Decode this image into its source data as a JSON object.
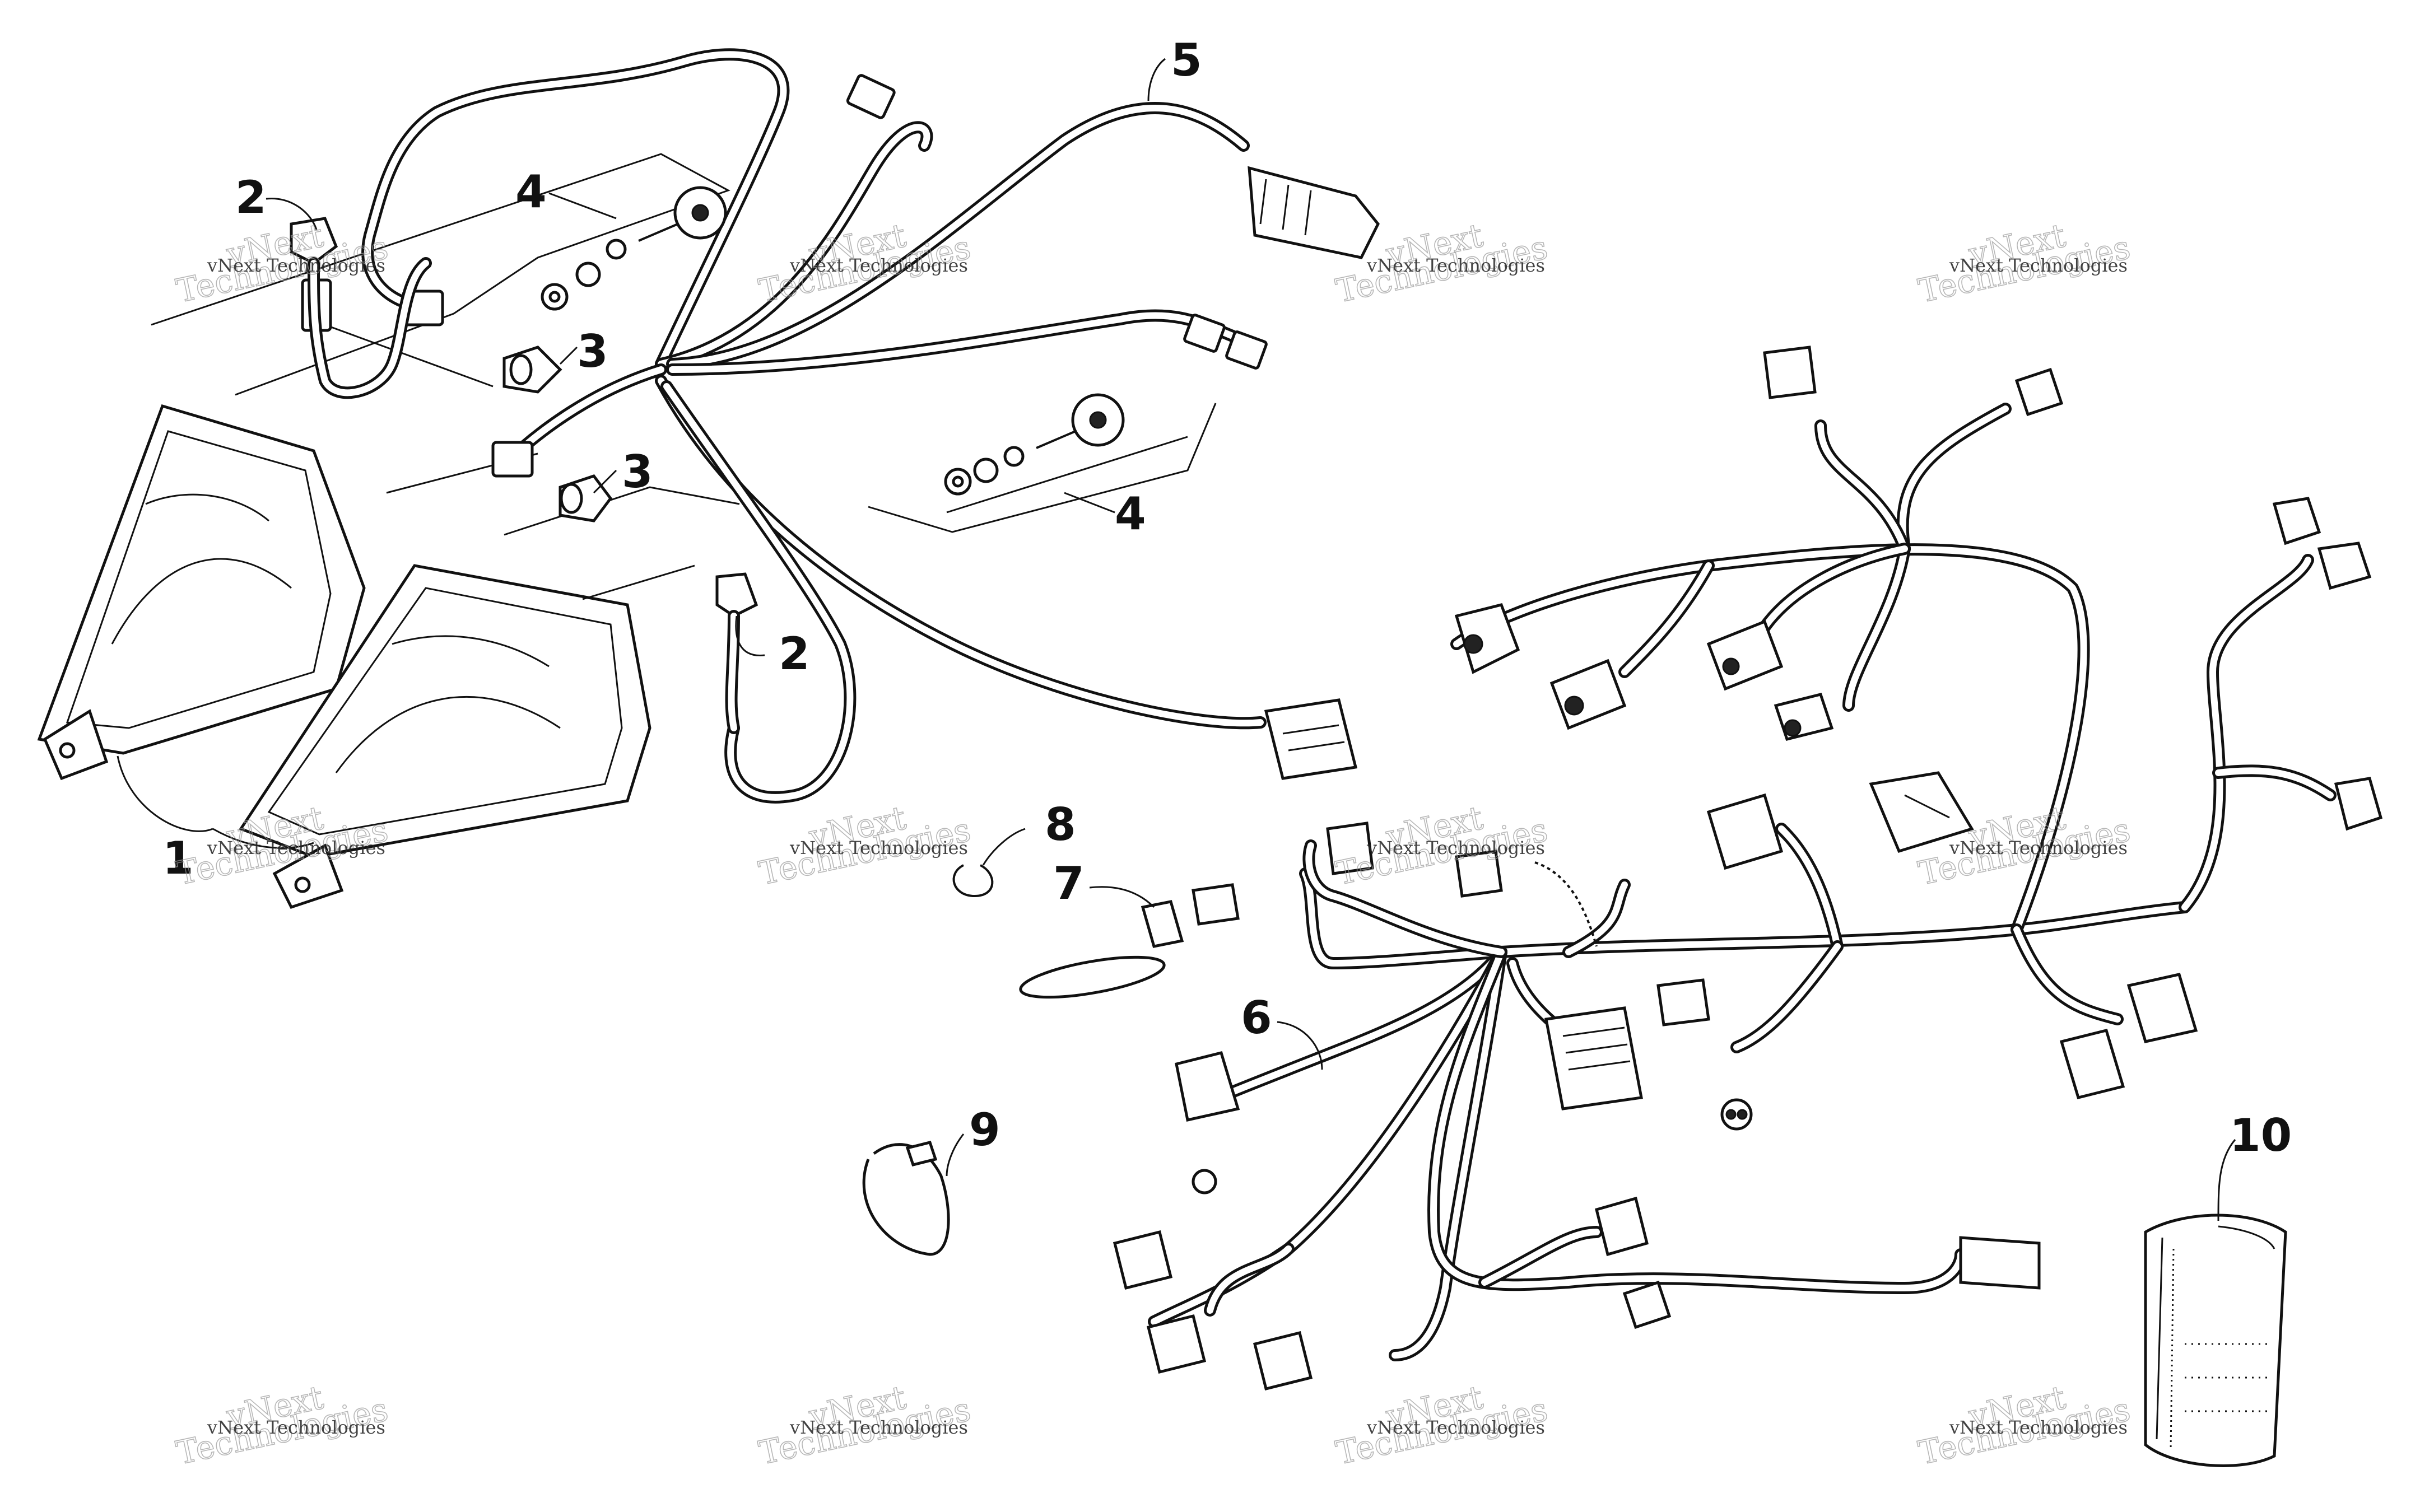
{
  "diagram": {
    "callouts": [
      "1",
      "2",
      "2",
      "3",
      "3",
      "4",
      "4",
      "5",
      "6",
      "7",
      "8",
      "9",
      "10"
    ],
    "watermark": {
      "line1": "vNext Technologies",
      "line2": "vNext",
      "line3": "Technologies"
    }
  }
}
